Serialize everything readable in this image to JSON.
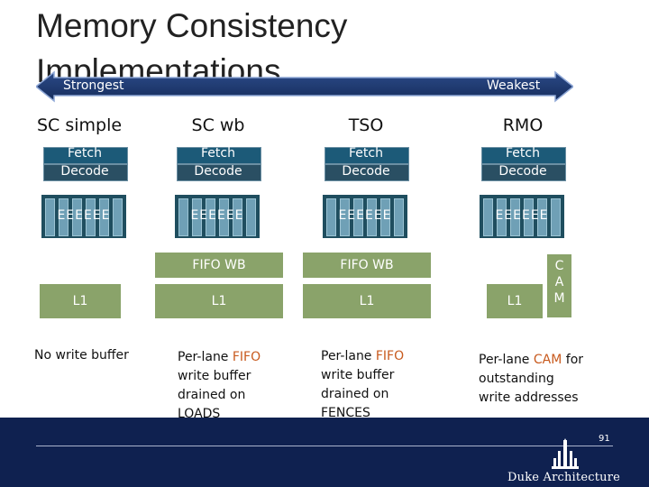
{
  "title": "Memory Consistency Implementations",
  "spectrum": {
    "left_label": "Strongest",
    "right_label": "Weakest"
  },
  "columns": [
    {
      "name": "SC simple",
      "fetch": "Fetch",
      "decode": "Decode",
      "exec_label": "EEEEEE",
      "fifo": "",
      "l1": "L1",
      "desc": [
        "No write buffer"
      ]
    },
    {
      "name": "SC wb",
      "fetch": "Fetch",
      "decode": "Decode",
      "exec_label": "EEEEEE",
      "fifo": "FIFO WB",
      "l1": "L1",
      "desc_pre": "Per-lane ",
      "desc_hl": "FIFO",
      "desc": [
        "write buffer",
        "drained on",
        "LOADS"
      ]
    },
    {
      "name": "TSO",
      "fetch": "Fetch",
      "decode": "Decode",
      "exec_label": "EEEEEE",
      "fifo": "FIFO WB",
      "l1": "L1",
      "desc_pre": "Per-lane ",
      "desc_hl": "FIFO",
      "desc": [
        "write buffer",
        "drained on",
        "FENCES"
      ]
    },
    {
      "name": "RMO",
      "fetch": "Fetch",
      "decode": "Decode",
      "exec_label": "EEEEEE",
      "fifo": "",
      "l1": "L1",
      "cam": [
        "C",
        "A",
        "M"
      ],
      "desc_pre": "Per-lane ",
      "desc_hl": "CAM",
      "desc_post": " for",
      "desc": [
        "outstanding",
        "write addresses"
      ]
    }
  ],
  "footer": {
    "slide_number": "91",
    "logo_text": "Duke Architecture"
  },
  "colors": {
    "green_box": "#8aa36a",
    "blue_box": "#1c5a78",
    "highlight": "#c85a1e",
    "footer_bg": "#0f2150"
  }
}
